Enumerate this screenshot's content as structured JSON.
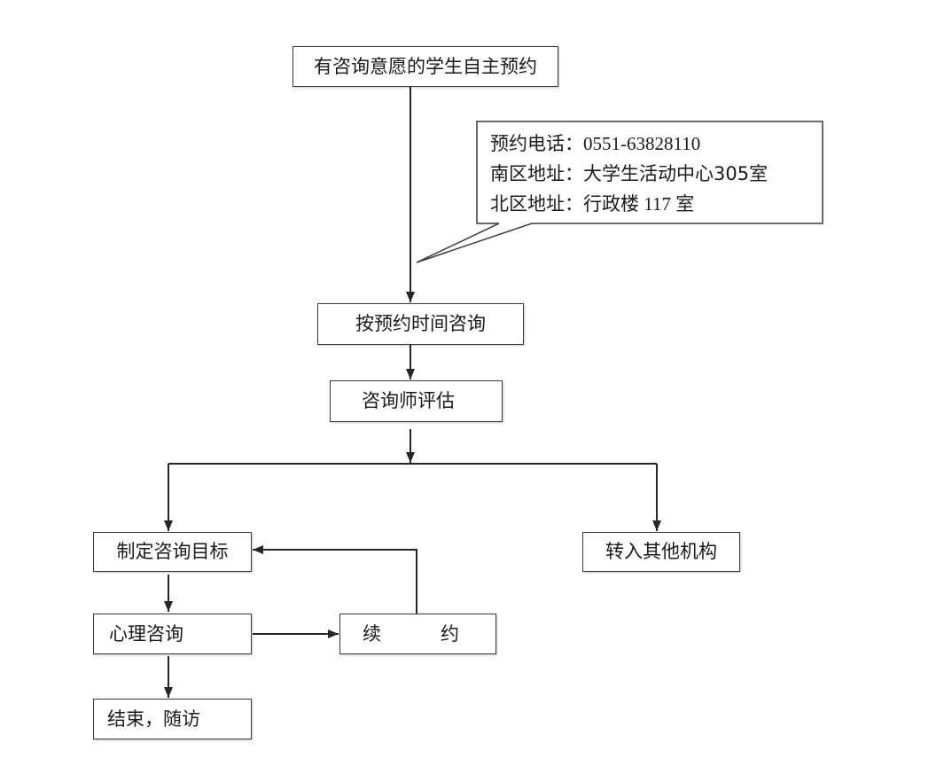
{
  "nodes": {
    "self_booking": "有咨询意愿的学生自主预约",
    "scheduled_consult": "按预约时间咨询",
    "counselor_assessment": "咨询师评估",
    "set_goals": "制定咨询目标",
    "referral": "转入其他机构",
    "counseling": "心理咨询",
    "renewal": {
      "char1": "续",
      "char2": "约"
    },
    "end_followup": "结束，随访"
  },
  "callout": {
    "phone_label": "预约电话：",
    "phone_value": "0551-63828110",
    "south_label": "南区地址：",
    "south_value": "大学生活动中心305室",
    "north_label": "北区地址：",
    "north_value": "行政楼 117 室"
  },
  "colors": {
    "line": "#262626",
    "border": "#3a3a3a"
  }
}
